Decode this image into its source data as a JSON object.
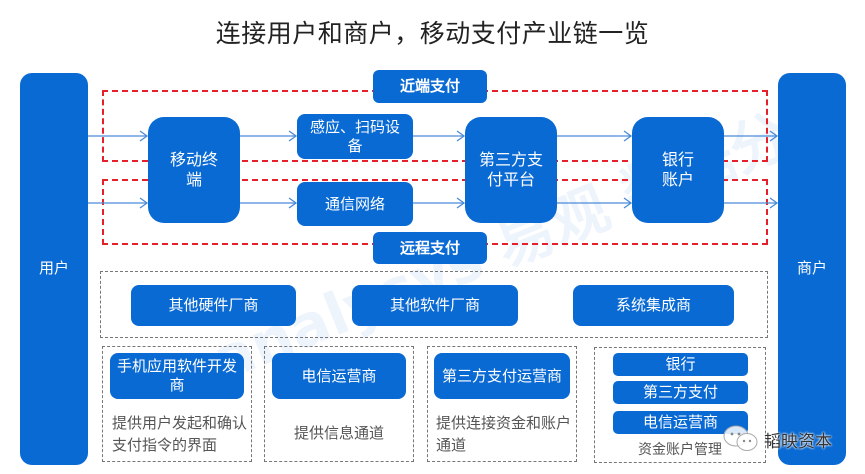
{
  "title": "连接用户和商户，移动支付产业链一览",
  "colors": {
    "primary_blue": "#0a6ad3",
    "dashed_red": "#e5202a",
    "dashed_gray": "#777777",
    "arrow": "#4a8ad8"
  },
  "endpoints": {
    "user": "用户",
    "merchant": "商户"
  },
  "payment_types": {
    "near": "近端支付",
    "remote": "远程支付"
  },
  "flow": {
    "mobile_terminal": "移动终端",
    "scan_device": "感应、扫码设备",
    "network": "通信网络",
    "third_party_platform": "第三方支付平台",
    "bank_account": "银行账户"
  },
  "vendors": [
    "其他硬件厂商",
    "其他软件厂商",
    "系统集成商"
  ],
  "roles": [
    {
      "name": "手机应用软件开发商",
      "desc": "提供用户发起和确认支付指令的界面"
    },
    {
      "name": "电信运营商",
      "desc": "提供信息通道"
    },
    {
      "name": "第三方支付运营商",
      "desc": "提供连接资金和账户通道"
    }
  ],
  "fund_management": {
    "items": [
      "银行",
      "第三方支付",
      "电信运营商"
    ],
    "caption": "资金账户管理"
  },
  "watermark": {
    "text": "analysys 易观 数据分析",
    "source_stamp": "韬映资本"
  }
}
